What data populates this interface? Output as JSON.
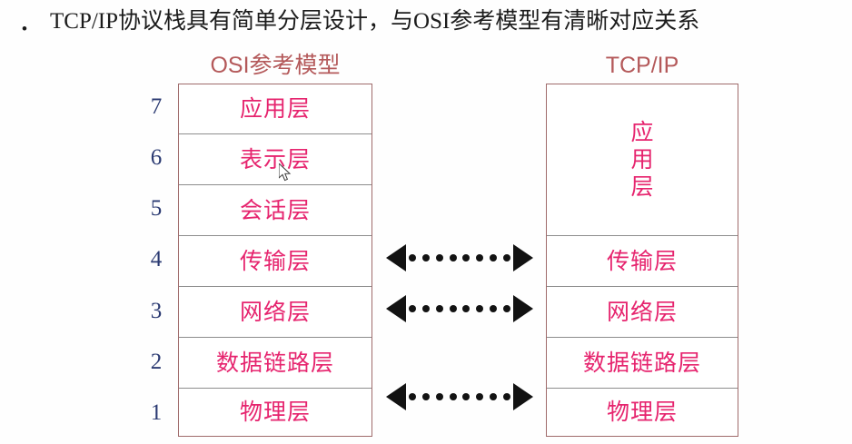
{
  "slide": {
    "bullet_marker": "•",
    "headline": "TCP/IP协议栈具有简单分层设计，与OSI参考模型有清晰对应关系",
    "colors": {
      "headline": "#1c1c1c",
      "caption": "#b4595a",
      "layer_text": "#e6246e",
      "layer_number": "#2b3a72",
      "table_border": "#9f6b6b",
      "row_divider": "#8d8d8d",
      "arrow": "#121212",
      "background": "#ffffff"
    }
  },
  "osi": {
    "caption": "OSI参考模型",
    "numbers": [
      "7",
      "6",
      "5",
      "4",
      "3",
      "2",
      "1"
    ],
    "layers": [
      "应用层",
      "表示层",
      "会话层",
      "传输层",
      "网络层",
      "数据链路层",
      "物理层"
    ]
  },
  "tcpip": {
    "caption": "TCP/IP",
    "layers": [
      {
        "label": "应用层",
        "chars": [
          "应",
          "用",
          "层"
        ],
        "span": 3,
        "vertical": true
      },
      {
        "label": "传输层",
        "chars": [
          "传输层"
        ],
        "span": 1,
        "vertical": false
      },
      {
        "label": "网络层",
        "chars": [
          "网络层"
        ],
        "span": 1,
        "vertical": false
      },
      {
        "label": "数据链路层",
        "chars": [
          "数据链路层"
        ],
        "span": 1,
        "vertical": false
      },
      {
        "label": "物理层",
        "chars": [
          "物理层"
        ],
        "span": 1,
        "vertical": false
      }
    ]
  },
  "mappings": [
    {
      "osi_layer": "传输层",
      "tcpip_layer": "传输层",
      "style": "dotted-double-arrow"
    },
    {
      "osi_layer": "网络层",
      "tcpip_layer": "网络层",
      "style": "dotted-double-arrow"
    },
    {
      "osi_layer": "物理层",
      "tcpip_layer": "物理层",
      "style": "dotted-double-arrow"
    }
  ]
}
